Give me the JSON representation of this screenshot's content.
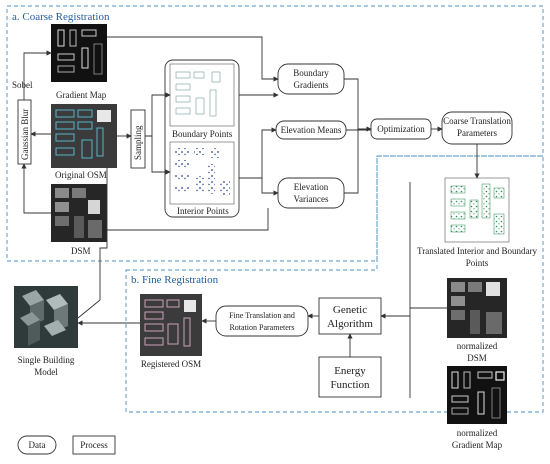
{
  "sections": {
    "coarse": "a. Coarse Registration",
    "fine": "b. Fine Registration"
  },
  "nodes": {
    "sobel": "Sobel",
    "gradient_map": "Gradient Map",
    "gaussian_blur": "Gaussian Blur",
    "original_osm": "Original OSM",
    "sampling": "Sampling",
    "boundary_points": "Boundary Points",
    "interior_points": "Interior Points",
    "dsm": "DSM",
    "boundary_gradients": [
      "Boundary",
      "Gradients"
    ],
    "elevation_means": "Elevation Means",
    "elevation_variances": [
      "Elevation",
      "Variances"
    ],
    "optimization": "Optimization",
    "coarse_translation": [
      "Coarse Translation",
      "Parameters"
    ],
    "translated_points": [
      "Translated Interior and Boundary",
      "Points"
    ],
    "normalized_dsm": [
      "normalized",
      "DSM"
    ],
    "normalized_gradient": [
      "normalized",
      "Gradient Map"
    ],
    "genetic_algorithm": [
      "Genetic",
      "Algorithm"
    ],
    "energy_function": [
      "Energy",
      "Function"
    ],
    "fine_params": [
      "Fine Translation and",
      "Rotation Parameters"
    ],
    "registered_osm": "Registered OSM",
    "single_building": [
      "Single Building",
      "Model"
    ]
  },
  "legend": {
    "data": "Data",
    "process": "Process"
  },
  "colors": {
    "section_border": "#4a8fc4",
    "section_title": "#1f5fa0",
    "osm_box": "#5ab4c8",
    "registered_box": "#c9a3b8",
    "points_green": "#2e8b57",
    "points_blue": "#2a3f8f"
  }
}
